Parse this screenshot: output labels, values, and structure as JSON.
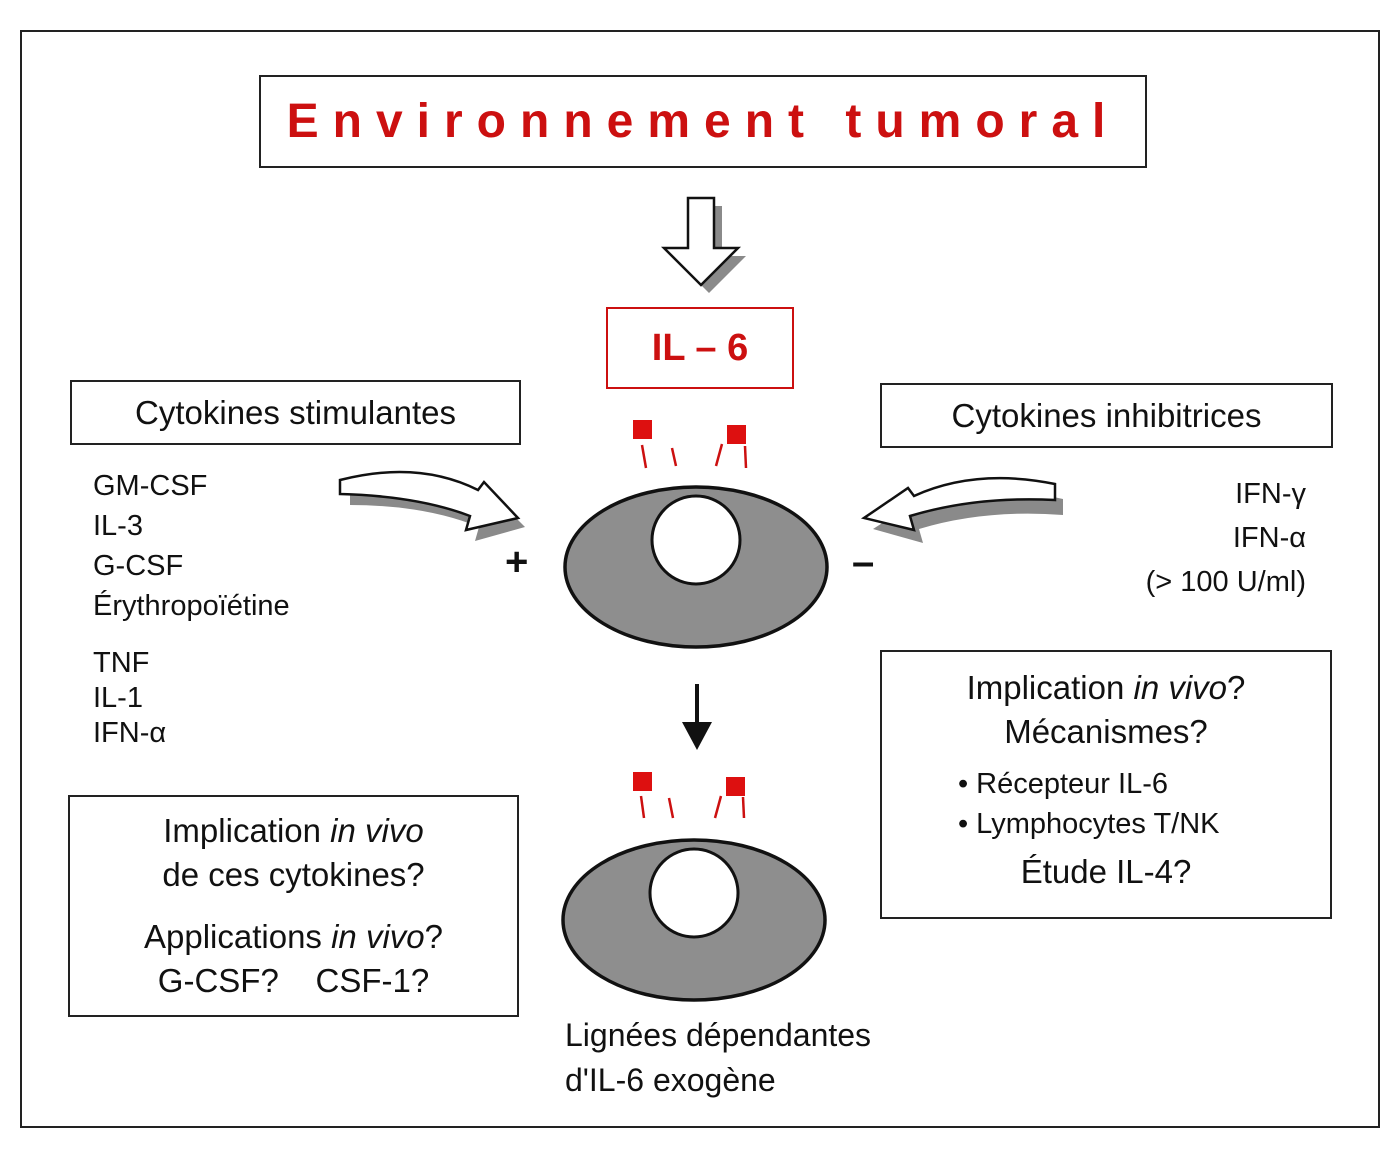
{
  "title": "Environnement tumoral",
  "il6_label": "IL – 6",
  "stimulating": {
    "heading": "Cytokines stimulantes",
    "group1": [
      "GM-CSF",
      "IL-3",
      "G-CSF",
      "Érythropoïétine"
    ],
    "group2": [
      "TNF",
      "IL-1",
      "IFN-α"
    ],
    "sign": "+"
  },
  "inhibiting": {
    "heading": "Cytokines inhibitrices",
    "items": [
      "IFN-γ",
      "IFN-α",
      "(> 100 U/ml)"
    ],
    "sign": "–"
  },
  "bottom_left": {
    "line1_pre": "Implication ",
    "line1_italic": "in vivo",
    "line2": "de ces cytokines?",
    "line3_pre": "Applications ",
    "line3_italic": "in vivo",
    "line3_post": "?",
    "line4": "G-CSF?    CSF-1?"
  },
  "bottom_right": {
    "line1_pre": "Implication ",
    "line1_italic": "in vivo",
    "line1_post": "?",
    "line2": "Mécanismes?",
    "bullets": [
      "Récepteur IL-6",
      "Lymphocytes T/NK"
    ],
    "line3": "Étude IL-4?"
  },
  "cell_lines_label": [
    "Lignées dépendantes",
    "d'IL-6 exogène"
  ],
  "colors": {
    "accent_red": "#cc1010",
    "cell_gray": "#8e8e8e",
    "arrow_shadow": "#8a8a8a"
  }
}
